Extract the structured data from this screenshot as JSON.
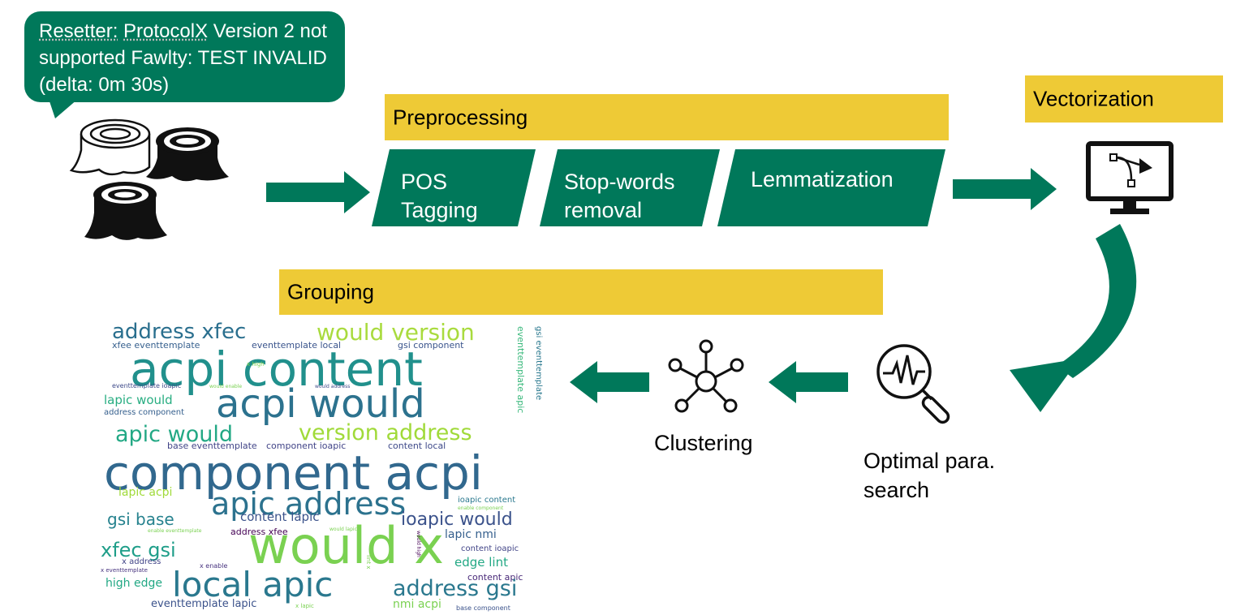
{
  "callout": {
    "word1": "Resetter:",
    "word2": "ProtocolX",
    "rest": "Version 2 not supported Fawlty: TEST INVALID (delta: 0m 30s)"
  },
  "banners": {
    "preprocessing": "Preprocessing",
    "vectorization": "Vectorization",
    "grouping": "Grouping"
  },
  "steps": [
    {
      "line1": "POS",
      "line2": "Tagging"
    },
    {
      "line1": "Stop-words",
      "line2": "removal"
    },
    {
      "line1": "Lemmatization",
      "line2": ""
    }
  ],
  "labels": {
    "clustering": "Clustering",
    "optimal_line1": "Optimal para.",
    "optimal_line2": "search"
  },
  "icons": {
    "logs": "log-stack-icon",
    "monitor": "vector-monitor-icon",
    "search": "signal-search-icon",
    "cluster": "cluster-network-icon"
  },
  "colors": {
    "green": "#00785a",
    "yellow": "#eeca36",
    "black": "#000000"
  },
  "wordcloud": [
    {
      "text": "address xfec",
      "color": "#2a6f8e"
    },
    {
      "text": "would version",
      "color": "#a9db3e"
    },
    {
      "text": "xfee eventtemplate",
      "color": "#355f8d"
    },
    {
      "text": "eventtemplate local",
      "color": "#3a548c"
    },
    {
      "text": "gsi component",
      "color": "#3a548c"
    },
    {
      "text": "acpi content",
      "color": "#21908c"
    },
    {
      "text": "x high",
      "color": "#7ad151"
    },
    {
      "text": "eventtemplate ioapic",
      "color": "#3e4a89"
    },
    {
      "text": "would enable",
      "color": "#7ad151"
    },
    {
      "text": "would address",
      "color": "#3e4a89"
    },
    {
      "text": "lapic would",
      "color": "#27ad81"
    },
    {
      "text": "acpi would",
      "color": "#2c728e"
    },
    {
      "text": "address component",
      "color": "#355f8d"
    },
    {
      "text": "eventtemplate apic",
      "color": "#35b779"
    },
    {
      "text": "gsi eventtemplate",
      "color": "#2a788e"
    },
    {
      "text": "apic would",
      "color": "#22a884"
    },
    {
      "text": "version address",
      "color": "#a0da39"
    },
    {
      "text": "base eventtemplate",
      "color": "#414487"
    },
    {
      "text": "component ioapic",
      "color": "#414487"
    },
    {
      "text": "content local",
      "color": "#3e4989"
    },
    {
      "text": "component acpi",
      "color": "#31688e"
    },
    {
      "text": "lapic acpi",
      "color": "#a0da39"
    },
    {
      "text": "apic address",
      "color": "#2c728e"
    },
    {
      "text": "ioapic content",
      "color": "#2a788e"
    },
    {
      "text": "enable component",
      "color": "#7ad151"
    },
    {
      "text": "gsi base",
      "color": "#26828e"
    },
    {
      "text": "content lapic",
      "color": "#3b528b"
    },
    {
      "text": "ioapic would",
      "color": "#3b528b"
    },
    {
      "text": "address xfee",
      "color": "#440154"
    },
    {
      "text": "would lapic",
      "color": "#7ad151"
    },
    {
      "text": "would x",
      "color": "#7ad151"
    },
    {
      "text": "lapic nmi",
      "color": "#355f8d"
    },
    {
      "text": "would high",
      "color": "#440154"
    },
    {
      "text": "xfec gsi",
      "color": "#1f9e89"
    },
    {
      "text": "x address",
      "color": "#414487"
    },
    {
      "text": "content ioapic",
      "color": "#414487"
    },
    {
      "text": "x eventtemplate",
      "color": "#46327e"
    },
    {
      "text": "x enable",
      "color": "#46327e"
    },
    {
      "text": "edge lint",
      "color": "#22a884"
    },
    {
      "text": "content apic",
      "color": "#482878"
    },
    {
      "text": "high edge",
      "color": "#22a884"
    },
    {
      "text": "local apic",
      "color": "#2a788e"
    },
    {
      "text": "address gsi",
      "color": "#2a788e"
    },
    {
      "text": "eventtemplate lapic",
      "color": "#3b528b"
    },
    {
      "text": "x lapic",
      "color": "#7ad151"
    },
    {
      "text": "nmi acpi",
      "color": "#7ad151"
    },
    {
      "text": "base component",
      "color": "#3b528b"
    },
    {
      "text": "enable eventtemplate",
      "color": "#7ad151"
    },
    {
      "text": "lint x",
      "color": "#7ad151"
    }
  ]
}
